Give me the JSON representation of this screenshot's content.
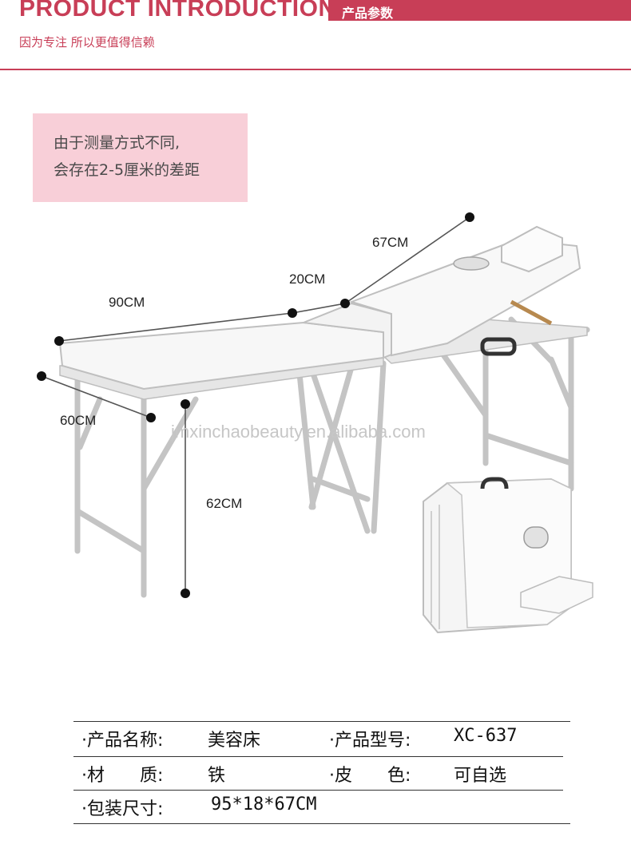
{
  "header": {
    "title": "PRODUCT INTRODUCTION",
    "tag": "产品参数",
    "subtitle": "因为专注 所以更值得信赖"
  },
  "note": {
    "line1": "由于测量方式不同,",
    "line2": "会存在2-5厘米的差距"
  },
  "dimensions": {
    "length": "90CM",
    "middle": "20CM",
    "back": "67CM",
    "width": "60CM",
    "height": "62CM"
  },
  "watermark": "jmxinchaobeauty.en.alibaba.com",
  "specs": {
    "name_label": "·产品名称:",
    "name_value": "美容床",
    "model_label": "·产品型号:",
    "model_value": "XC-637",
    "material_label": "·材　　质:",
    "material_value": "铁",
    "leather_label": "·皮　　色:",
    "leather_value": "可自选",
    "package_label": "·包装尺寸:",
    "package_value": "95*18*67CM"
  },
  "colors": {
    "accent": "#c83e57",
    "note_bg": "#f8cfd8"
  }
}
